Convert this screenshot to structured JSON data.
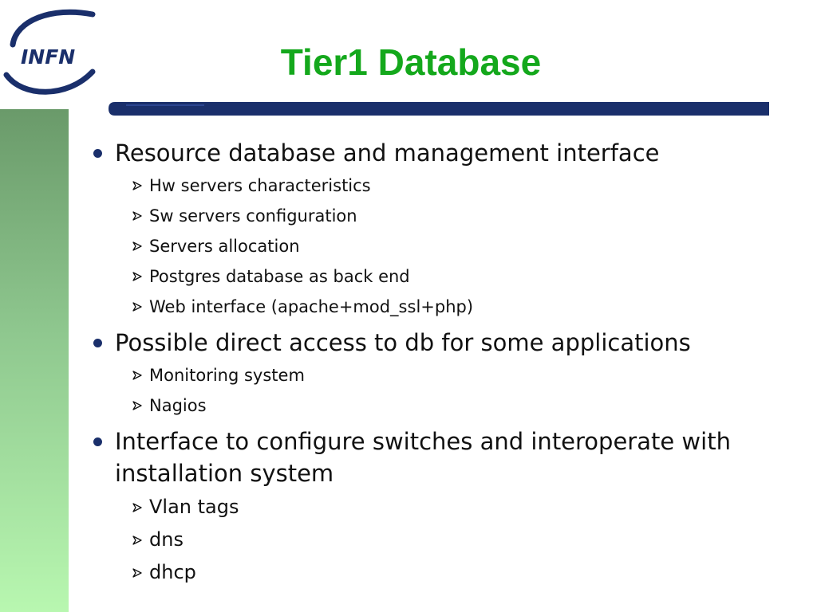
{
  "logo": {
    "text": "INFN"
  },
  "colors": {
    "title": "#14a81c",
    "bar": "#1a2f6b",
    "bullet": "#1a2f6b",
    "band_top": "#6a9a6a",
    "band_bottom": "#b8f7b0"
  },
  "slide": {
    "title": "Tier1 Database",
    "bullets": [
      {
        "text": "Resource database and management interface",
        "sub": [
          "Hw servers characteristics",
          "Sw servers configuration",
          "Servers allocation",
          "Postgres database as back end",
          "Web interface (apache+mod_ssl+php)"
        ]
      },
      {
        "text": "Possible direct access to db for some applications",
        "sub": [
          "Monitoring system",
          "Nagios"
        ]
      },
      {
        "text": "Interface to configure switches and interoperate with installation system",
        "sub": [
          "Vlan tags",
          "dns",
          "dhcp"
        ]
      }
    ]
  }
}
